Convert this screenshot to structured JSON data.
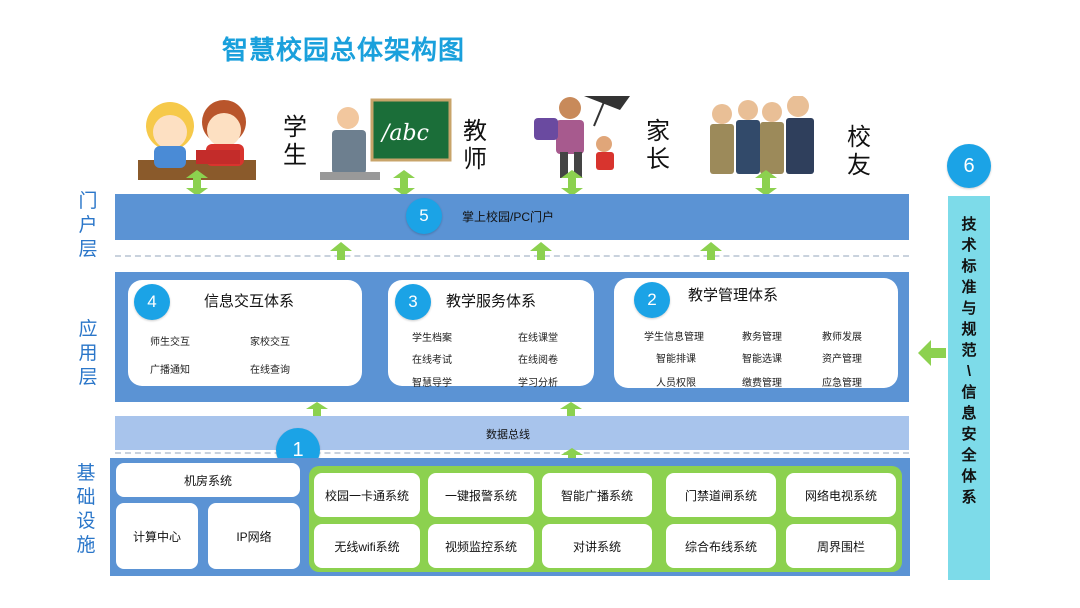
{
  "title": "智慧校园总体架构图",
  "roles": [
    {
      "name": "学生",
      "chars": [
        "学",
        "生"
      ]
    },
    {
      "name": "教师",
      "chars": [
        "教",
        "师"
      ]
    },
    {
      "name": "家长",
      "chars": [
        "家",
        "长"
      ]
    },
    {
      "name": "校友",
      "chars": [
        "校",
        "友"
      ]
    }
  ],
  "layers": {
    "portal": {
      "label_chars": [
        "门",
        "户",
        "层"
      ]
    },
    "application": {
      "label_chars": [
        "应",
        "用",
        "层"
      ]
    },
    "infrastructure": {
      "label_chars": [
        "基",
        "础",
        "设",
        "施"
      ]
    }
  },
  "portal_band": {
    "number": "5",
    "label": "掌上校园/PC门户"
  },
  "systems": {
    "interaction": {
      "number": "4",
      "title": "信息交互体系",
      "items": [
        "师生交互",
        "家校交互",
        "广播通知",
        "在线查询"
      ]
    },
    "teaching_service": {
      "number": "3",
      "title": "教学服务体系",
      "items": [
        "学生档案",
        "在线课堂",
        "在线考试",
        "在线阅卷",
        "智慧导学",
        "学习分析"
      ]
    },
    "teaching_management": {
      "number": "2",
      "title": "教学管理体系",
      "items": [
        "学生信息管理",
        "教务管理",
        "教师发展",
        "智能排课",
        "智能选课",
        "资产管理",
        "人员权限",
        "缴费管理",
        "应急管理"
      ]
    }
  },
  "data_bus": {
    "number": "1",
    "label": "数据总线"
  },
  "infrastructure_boxes": {
    "machine_room": "机房系统",
    "computing_center": "计算中心",
    "ip_network": "IP网络",
    "grid": [
      [
        "校园一卡通系统",
        "一键报警系统",
        "智能广播系统",
        "门禁道闸系统",
        "网络电视系统"
      ],
      [
        "无线wifi系统",
        "视频监控系统",
        "对讲系统",
        "综合布线系统",
        "周界围栏"
      ]
    ]
  },
  "side_panel": {
    "number": "6",
    "chars": [
      "技",
      "术",
      "标",
      "准",
      "与",
      "规",
      "范",
      "\\",
      "信",
      "息",
      "安",
      "全",
      "体",
      "系"
    ]
  },
  "colors": {
    "title": "#1aa0dc",
    "band": "#5b93d4",
    "bus": "#a8c4ec",
    "green": "#8cd14f",
    "circle": "#1ba3e6",
    "side": "#7ddbe9",
    "layer_label": "#2a76c9"
  }
}
